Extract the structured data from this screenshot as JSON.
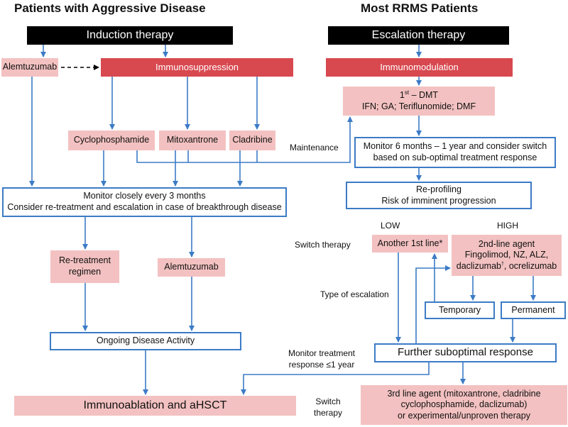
{
  "titles": {
    "left": "Patients with Aggressive Disease",
    "right": "Most RRMS Patients"
  },
  "left": {
    "induction": "Induction therapy",
    "alemtuzumab": "Alemtuzumab",
    "immunosuppression": "Immunosuppression",
    "cyclophosphamide": "Cyclophosphamide",
    "mitoxantrone": "Mitoxantrone",
    "cladribine": "Cladribine",
    "monitor_line1": "Monitor closely every 3 months",
    "monitor_line2": "Consider re-treatment and escalation in case of breakthrough disease",
    "retreatment_line1": "Re-treatment",
    "retreatment_line2": "regimen",
    "alemtuzumab2": "Alemtuzumab",
    "ongoing": "Ongoing Disease Activity",
    "immunoablation": "Immunoablation and aHSCT"
  },
  "right": {
    "escalation": "Escalation therapy",
    "immunomodulation": "Immunomodulation",
    "dmt_line1_base": "1",
    "dmt_line1_sup": "st",
    "dmt_line1_rest": " – DMT",
    "dmt_line2": "IFN; GA; Teriflunomide; DMF",
    "maintenance": "Maintenance",
    "monitor6_line1": "Monitor 6 months – 1 year and consider switch",
    "monitor6_line2": "based on sub-optimal treatment response",
    "reprofiling_line1": "Re-profiling",
    "reprofiling_line2": "Risk of imminent progression",
    "low": "LOW",
    "high": "HIGH",
    "switch_therapy": "Switch therapy",
    "another_first_line": "Another 1st line*",
    "second_line_1": "2nd-line agent",
    "second_line_2": "Fingolimod, NZ, ALZ,",
    "second_line_3a": "daclizumab",
    "second_line_3sup": "†",
    "second_line_3b": ", ocrelizumab",
    "type_of_escalation": "Type of escalation",
    "temporary": "Temporary",
    "permanent": "Permanent",
    "further": "Further suboptimal response",
    "monitor_resp_1": "Monitor treatment",
    "monitor_resp_2": "response ≤1 year",
    "switch2_1": "Switch",
    "switch2_2": "therapy",
    "third_1": "3rd line agent (mitoxantrone, cladribine",
    "third_2": "cyclophosphamide, daclizumab)",
    "third_3": "or experimental/unproven therapy"
  },
  "colors": {
    "black": "#000000",
    "red": "#d8484f",
    "pink": "#f3c1c1",
    "line": "#3c7bc6"
  }
}
